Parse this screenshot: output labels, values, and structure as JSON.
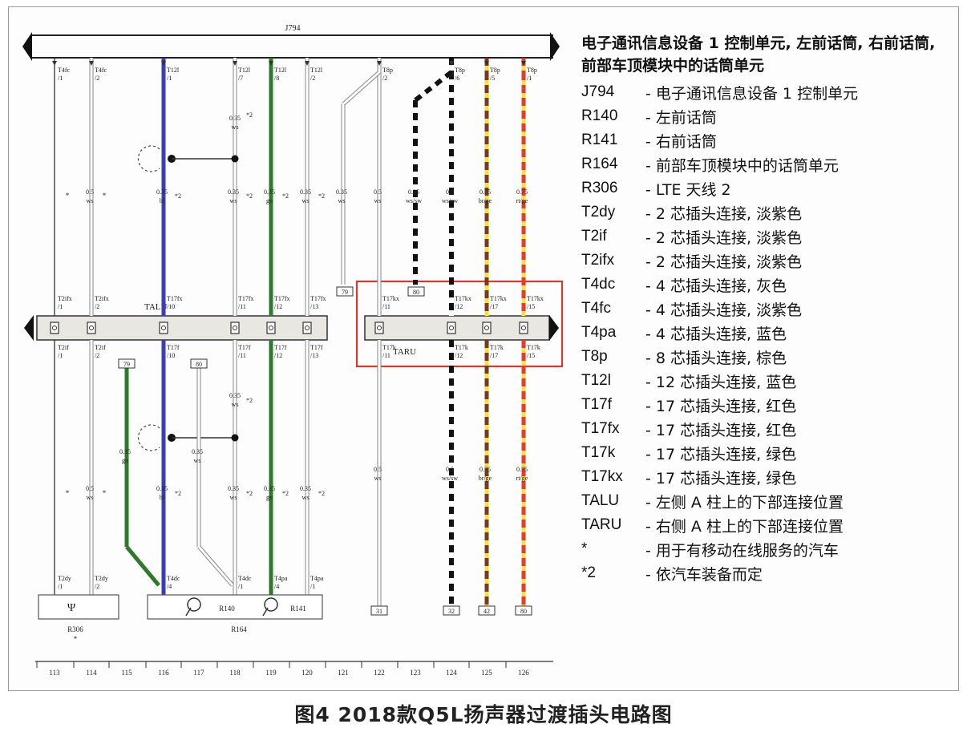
{
  "diagram": {
    "bus_label": "J794",
    "columns": [
      {
        "num": "113",
        "top_pin": "T4fc",
        "top_sub": "/1",
        "wire": {
          "size": "",
          "code": ""
        },
        "conn_top": "T2ifx",
        "conn_top_sub": "/1",
        "conn_bot": "T2if",
        "conn_bot_sub": "/1",
        "low_wire": {
          "size": "",
          "code": ""
        },
        "end_pin": "T2dy",
        "end_sub": "/1"
      },
      {
        "num": "114",
        "top_pin": "T4fc",
        "top_sub": "/2",
        "wire": {
          "size": "0.5",
          "code": "ws"
        },
        "conn_top": "T2ifx",
        "conn_top_sub": "/2",
        "conn_bot": "T2if",
        "conn_bot_sub": "/2",
        "low_wire": {
          "size": "0.5",
          "code": "ws"
        },
        "end_pin": "T2dy",
        "end_sub": "/2"
      },
      {
        "num": "115",
        "top_pin": "",
        "top_sub": "",
        "wire": {
          "size": "",
          "code": ""
        },
        "conn_top": "",
        "conn_top_sub": "",
        "conn_bot": "",
        "conn_bot_sub": "",
        "low_wire": {
          "size": "0.35",
          "code": "gn"
        },
        "end_pin": "",
        "end_sub": ""
      },
      {
        "num": "116",
        "top_pin": "T12l",
        "top_sub": "/1",
        "wire": {
          "size": "0.35",
          "code": "bl"
        },
        "conn_top": "T17fx",
        "conn_top_sub": "/10",
        "conn_bot": "T17f",
        "conn_bot_sub": "/10",
        "low_wire": {
          "size": "0.35",
          "code": "bl"
        },
        "end_pin": "T4dc",
        "end_sub": "/4"
      },
      {
        "num": "117",
        "top_pin": "",
        "top_sub": "",
        "wire": {
          "size": "",
          "code": ""
        },
        "conn_top": "",
        "conn_top_sub": "",
        "conn_bot": "",
        "conn_bot_sub": "",
        "low_wire": {
          "size": "0.35",
          "code": "ws"
        },
        "end_pin": "",
        "end_sub": ""
      },
      {
        "num": "118",
        "top_pin": "T12l",
        "top_sub": "/7",
        "wire": {
          "size": "0.35",
          "code": "ws"
        },
        "conn_top": "T17fx",
        "conn_top_sub": "/11",
        "conn_bot": "T17f",
        "conn_bot_sub": "/11",
        "low_wire": {
          "size": "0.35",
          "code": "ws"
        },
        "end_pin": "T4dc",
        "end_sub": "/1"
      },
      {
        "num": "119",
        "top_pin": "T12l",
        "top_sub": "/8",
        "wire": {
          "size": "0.35",
          "code": "gn"
        },
        "conn_top": "T17fx",
        "conn_top_sub": "/12",
        "conn_bot": "T17f",
        "conn_bot_sub": "/12",
        "low_wire": {
          "size": "0.35",
          "code": "gn"
        },
        "end_pin": "T4pa",
        "end_sub": "/4"
      },
      {
        "num": "120",
        "top_pin": "T12l",
        "top_sub": "/2",
        "wire": {
          "size": "0.35",
          "code": "ws"
        },
        "conn_top": "T17fx",
        "conn_top_sub": "/13",
        "conn_bot": "T17f",
        "conn_bot_sub": "/13",
        "low_wire": {
          "size": "0.35",
          "code": "ws"
        },
        "end_pin": "T4pa",
        "end_sub": "/1"
      },
      {
        "num": "121",
        "top_pin": "",
        "top_sub": "",
        "wire": {
          "size": "0.35",
          "code": "ws"
        },
        "conn_top": "",
        "conn_top_sub": "",
        "conn_bot": "",
        "conn_bot_sub": "",
        "low_wire": {
          "size": "",
          "code": ""
        },
        "end_pin": "",
        "end_sub": ""
      },
      {
        "num": "122",
        "top_pin": "T8p",
        "top_sub": "/2",
        "wire": {
          "size": "0.5",
          "code": "ws"
        },
        "conn_top": "T17kx",
        "conn_top_sub": "/11",
        "conn_bot": "T17k",
        "conn_bot_sub": "/11",
        "low_wire": {
          "size": "0.5",
          "code": "ws"
        },
        "end_pin": "",
        "end_sub": ""
      },
      {
        "num": "123",
        "top_pin": "",
        "top_sub": "",
        "wire": {
          "size": "0.35",
          "code": "ws/sw"
        },
        "conn_top": "",
        "conn_top_sub": "",
        "conn_bot": "",
        "conn_bot_sub": "",
        "low_wire": {
          "size": "",
          "code": ""
        },
        "end_pin": "",
        "end_sub": ""
      },
      {
        "num": "124",
        "top_pin": "T8p",
        "top_sub": "/6",
        "wire": {
          "size": "0.5",
          "code": "ws/sw"
        },
        "conn_top": "T17kx",
        "conn_top_sub": "/12",
        "conn_bot": "T17k",
        "conn_bot_sub": "/12",
        "low_wire": {
          "size": "0.5",
          "code": "ws/sw"
        },
        "end_pin": "",
        "end_sub": ""
      },
      {
        "num": "125",
        "top_pin": "T8p",
        "top_sub": "/5",
        "wire": {
          "size": "0.75",
          "code": "br/ge"
        },
        "conn_top": "T17kx",
        "conn_top_sub": "/17",
        "conn_bot": "T17k",
        "conn_bot_sub": "/17",
        "low_wire": {
          "size": "0.75",
          "code": "br/ge"
        },
        "end_pin": "",
        "end_sub": ""
      },
      {
        "num": "126",
        "top_pin": "T8p",
        "top_sub": "/1",
        "wire": {
          "size": "0.75",
          "code": "rt/ge"
        },
        "conn_top": "T17kx",
        "conn_top_sub": "/15",
        "conn_bot": "T17k",
        "conn_bot_sub": "/15",
        "low_wire": {
          "size": "0.75",
          "code": "rt/ge"
        },
        "end_pin": "",
        "end_sub": ""
      }
    ],
    "left_conn_label": "TALU",
    "right_conn_label": "TARU",
    "ground_refs": [
      {
        "col": "121",
        "text": "79"
      },
      {
        "col": "123",
        "text": "80"
      },
      {
        "col": "115",
        "text": "79"
      },
      {
        "col": "117",
        "text": "80"
      }
    ],
    "end_refs": [
      {
        "col": "122",
        "text": "31"
      },
      {
        "col": "124",
        "text": "32"
      },
      {
        "col": "125",
        "text": "42"
      },
      {
        "col": "126",
        "text": "80"
      }
    ],
    "components": {
      "r306": "R306",
      "r164": "R164",
      "r140": "R140",
      "r141": "R141"
    },
    "note_star": "*",
    "note_star2": "*2",
    "upper_note": {
      "size": "0.35",
      "code": "ws"
    },
    "colors": {
      "bl": "#3a3eb0",
      "gn": "#2e7a2a",
      "ws": "#d8d8d8",
      "black": "#111111",
      "red": "#e63b2e",
      "yellow": "#f5e23a",
      "brown": "#7a3a1a",
      "highlight": "#d9382e"
    }
  },
  "legend": {
    "title": "电子通讯信息设备 1 控制单元, 左前话筒, 右前话筒, 前部车顶模块中的话筒单元",
    "items": [
      {
        "code": "J794",
        "desc": "- 电子通讯信息设备 1 控制单元"
      },
      {
        "code": "R140",
        "desc": "- 左前话筒"
      },
      {
        "code": "R141",
        "desc": "- 右前话筒"
      },
      {
        "code": "R164",
        "desc": "- 前部车顶模块中的话筒单元"
      },
      {
        "code": "R306",
        "desc": "- LTE 天线 2"
      },
      {
        "code": "T2dy",
        "desc": "- 2 芯插头连接, 淡紫色"
      },
      {
        "code": "T2if",
        "desc": "- 2 芯插头连接, 淡紫色"
      },
      {
        "code": "T2ifx",
        "desc": "- 2 芯插头连接, 淡紫色"
      },
      {
        "code": "T4dc",
        "desc": "- 4 芯插头连接, 灰色"
      },
      {
        "code": "T4fc",
        "desc": "- 4 芯插头连接, 淡紫色"
      },
      {
        "code": "T4pa",
        "desc": "- 4 芯插头连接, 蓝色"
      },
      {
        "code": "T8p",
        "desc": "- 8 芯插头连接, 棕色"
      },
      {
        "code": "T12l",
        "desc": "- 12 芯插头连接, 蓝色"
      },
      {
        "code": "T17f",
        "desc": "- 17 芯插头连接, 红色"
      },
      {
        "code": "T17fx",
        "desc": "- 17 芯插头连接, 红色"
      },
      {
        "code": "T17k",
        "desc": "- 17 芯插头连接, 绿色"
      },
      {
        "code": "T17kx",
        "desc": "- 17 芯插头连接, 绿色"
      },
      {
        "code": "TALU",
        "desc": "- 左侧 A 柱上的下部连接位置"
      },
      {
        "code": "TARU",
        "desc": "- 右侧 A 柱上的下部连接位置"
      },
      {
        "code": "*",
        "desc": "- 用于有移动在线服务的汽车"
      },
      {
        "code": "*2",
        "desc": "- 依汽车装备而定"
      }
    ]
  },
  "caption": "图4 2018款Q5L扬声器过渡插头电路图"
}
